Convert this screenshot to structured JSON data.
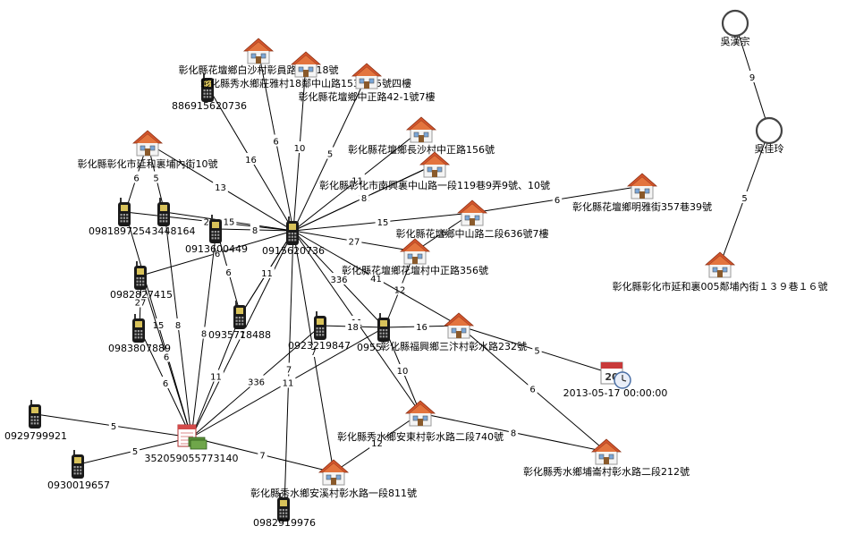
{
  "nodes": {
    "hub_phone": {
      "label": "0915620736",
      "icon": "mobile-phone-icon"
    },
    "p_886": {
      "label": "886915620736",
      "icon": "mobile-phone-icon"
    },
    "p_0981": {
      "label": "0981897254",
      "icon": "mobile-phone-icon"
    },
    "p_3448": {
      "label": "3448164",
      "icon": "mobile-phone-icon"
    },
    "p_0913": {
      "label": "0913600449",
      "icon": "mobile-phone-icon"
    },
    "p_0982827": {
      "label": "0982827415",
      "icon": "mobile-phone-icon"
    },
    "p_0935": {
      "label": "0935718488",
      "icon": "mobile-phone-icon"
    },
    "p_0983": {
      "label": "0983807889",
      "icon": "mobile-phone-icon"
    },
    "p_0923": {
      "label": "0923219847",
      "icon": "mobile-phone-icon"
    },
    "p_0955": {
      "label": "0955",
      "icon": "mobile-phone-icon"
    },
    "p_0929": {
      "label": "0929799921",
      "icon": "mobile-phone-icon"
    },
    "p_0930": {
      "label": "0930019657",
      "icon": "mobile-phone-icon"
    },
    "p_0982919": {
      "label": "0982919976",
      "icon": "mobile-phone-icon"
    },
    "imei": {
      "label": "352059055773140",
      "icon": "money-document-icon"
    },
    "date": {
      "label": "2013-05-17 00:00:00",
      "icon": "calendar-clock-icon"
    },
    "person_1": {
      "label": "吳漢宗",
      "icon": "person-circle-icon"
    },
    "person_2": {
      "label": "吳佳玲",
      "icon": "person-circle-icon"
    },
    "h_baisha": {
      "label": "彰化縣花壇鄉白沙村彰員路二段18號",
      "icon": "house-icon"
    },
    "h_zhuangya": {
      "label": "彰化縣秀水鄉莊雅村18鄰中山路153巷25號四樓",
      "icon": "house-icon"
    },
    "h_zhongzheng": {
      "label": "彰化縣花壇鄉中正路42-1號7樓",
      "icon": "house-icon"
    },
    "h_yanhe": {
      "label": "彰化縣彰化市延和裏埔內街10號",
      "icon": "house-icon"
    },
    "h_changsha": {
      "label": "彰化縣花壇鄉長沙村中正路156號",
      "icon": "house-icon"
    },
    "h_nanxing": {
      "label": "彰化縣彰化市南興裏中山路一段119巷9弄9號、10號",
      "icon": "house-icon"
    },
    "h_mingya": {
      "label": "彰化縣花壇鄉明雅街357巷39號",
      "icon": "house-icon"
    },
    "h_zhongshan2": {
      "label": "彰化縣花壇鄉中山路二段636號7樓",
      "icon": "house-icon"
    },
    "h_huatan": {
      "label": "彰化縣花壇鄉花壇村中正路356號",
      "icon": "house-icon"
    },
    "h_sanxing": {
      "label": "彰化縣福興鄉三汴村彰水路232號",
      "icon": "house-icon"
    },
    "h_yanhe139": {
      "label": "彰化縣彰化市延和裏005鄰埔內街１３９巷１６號",
      "icon": "house-icon"
    },
    "h_andong": {
      "label": "彰化縣秀水鄉安東村彰水路二段740號",
      "icon": "house-icon"
    },
    "h_puqi": {
      "label": "彰化縣秀水鄉埔崙村彰水路二段212號",
      "icon": "house-icon"
    },
    "h_anxi": {
      "label": "彰化縣秀水鄉安溪村彰水路一段811號",
      "icon": "house-icon"
    }
  },
  "edges": [
    {
      "from": "person_1",
      "to": "person_2",
      "label": "9"
    },
    {
      "from": "person_2",
      "to": "h_yanhe139",
      "label": "5"
    },
    {
      "from": "p_886",
      "to": "hub_phone",
      "label": "16"
    },
    {
      "from": "h_zhuangya",
      "to": "hub_phone",
      "label": "10"
    },
    {
      "from": "h_baisha",
      "to": "hub_phone",
      "label": "6"
    },
    {
      "from": "h_zhongzheng",
      "to": "hub_phone",
      "label": "5"
    },
    {
      "from": "h_yanhe",
      "to": "hub_phone",
      "label": "13"
    },
    {
      "from": "h_changsha",
      "to": "hub_phone",
      "label": "11"
    },
    {
      "from": "h_nanxing",
      "to": "hub_phone",
      "label": "12"
    },
    {
      "from": "h_nanxing",
      "to": "hub_phone",
      "label": "8"
    },
    {
      "from": "h_zhongshan2",
      "to": "hub_phone",
      "label": "15"
    },
    {
      "from": "h_zhongshan2",
      "to": "h_mingya",
      "label": "6"
    },
    {
      "from": "h_huatan",
      "to": "hub_phone",
      "label": "27"
    },
    {
      "from": "h_huatan",
      "to": "h_zhongshan2",
      "label": "6"
    },
    {
      "from": "h_huatan",
      "to": "p_0955",
      "label": "12"
    },
    {
      "from": "h_yanhe",
      "to": "p_0981",
      "label": "6"
    },
    {
      "from": "h_yanhe",
      "to": "p_3448",
      "label": "5"
    },
    {
      "from": "p_0981",
      "to": "hub_phone",
      "label": "27"
    },
    {
      "from": "p_3448",
      "to": "hub_phone",
      "label": "15"
    },
    {
      "from": "p_0913",
      "to": "hub_phone",
      "label": "8"
    },
    {
      "from": "p_0982827",
      "to": "hub_phone",
      "label": "6"
    },
    {
      "from": "p_0935",
      "to": "hub_phone",
      "label": "11"
    },
    {
      "from": "hub_phone",
      "to": "p_0955",
      "label": "336"
    },
    {
      "from": "hub_phone",
      "to": "h_sanxing",
      "label": "41"
    },
    {
      "from": "hub_phone",
      "to": "h_andong",
      "label": "11"
    },
    {
      "from": "hub_phone",
      "to": "h_anxi",
      "label": "7"
    },
    {
      "from": "hub_phone",
      "to": "imei",
      "label": "7"
    },
    {
      "from": "hub_phone",
      "to": "p_0982919",
      "label": "7"
    },
    {
      "from": "p_0923",
      "to": "p_0955",
      "label": "18"
    },
    {
      "from": "p_0955",
      "to": "h_sanxing",
      "label": "16"
    },
    {
      "from": "p_0955",
      "to": "h_andong",
      "label": "10"
    },
    {
      "from": "p_0923",
      "to": "imei",
      "label": "336"
    },
    {
      "from": "p_0955",
      "to": "imei",
      "label": "11"
    },
    {
      "from": "h_sanxing",
      "to": "date",
      "label": "5"
    },
    {
      "from": "h_sanxing",
      "to": "h_puqi",
      "label": "6"
    },
    {
      "from": "h_andong",
      "to": "h_puqi",
      "label": "8"
    },
    {
      "from": "h_andong",
      "to": "h_anxi",
      "label": "12"
    },
    {
      "from": "p_0929",
      "to": "imei",
      "label": "5"
    },
    {
      "from": "p_0930",
      "to": "imei",
      "label": "5"
    },
    {
      "from": "p_0981",
      "to": "imei",
      "label": "15"
    },
    {
      "from": "p_3448",
      "to": "imei",
      "label": "8"
    },
    {
      "from": "p_0913",
      "to": "imei",
      "label": "8"
    },
    {
      "from": "p_0982827",
      "to": "imei",
      "label": "6"
    },
    {
      "from": "p_0983",
      "to": "imei",
      "label": "6"
    },
    {
      "from": "p_0935",
      "to": "imei",
      "label": "11"
    },
    {
      "from": "p_0982827",
      "to": "p_0983",
      "label": "27"
    },
    {
      "from": "hub_phone",
      "to": "p_0935",
      "label": "11"
    },
    {
      "from": "p_0913",
      "to": "p_0935",
      "label": "6"
    },
    {
      "from": "h_anxi",
      "to": "imei",
      "label": "7"
    }
  ],
  "colors": {
    "house_roof": "#d2552c",
    "house_wall": "#f4f4f4",
    "phone_body": "#1a1a1a",
    "edge": "#000000",
    "person_ring": "#444444"
  }
}
